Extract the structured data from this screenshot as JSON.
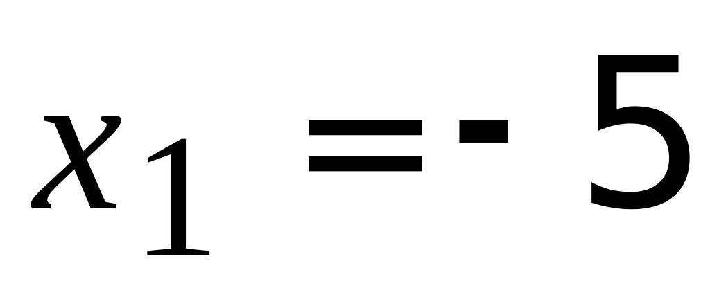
{
  "equation": {
    "variable": "x",
    "subscript": "1",
    "equals": "=",
    "sign": "-",
    "value": "5"
  }
}
